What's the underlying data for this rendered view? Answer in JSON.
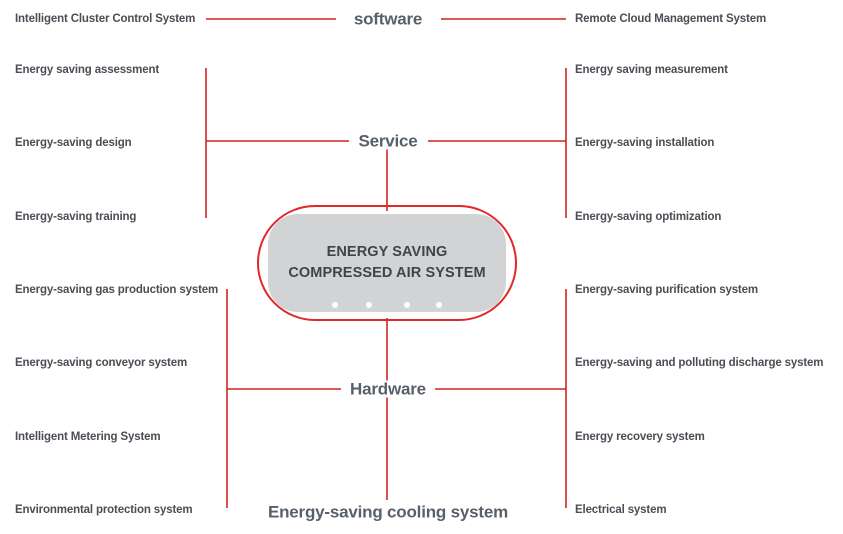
{
  "diagram": {
    "type": "mind-map",
    "accent_color": "#e02828",
    "text_color": "#4a4f55",
    "center_fill": "#d2d3d5",
    "background": "#ffffff"
  },
  "center": {
    "title_line1": "ENERGY SAVING",
    "title_line2": "COMPRESSED AIR SYSTEM",
    "dot_count": 4
  },
  "branches": {
    "software": {
      "label": "software"
    },
    "service": {
      "label": "Service"
    },
    "hardware": {
      "label": "Hardware"
    },
    "cooling": {
      "label": "Energy-saving cooling system"
    }
  },
  "leaves": {
    "left": [
      {
        "label": "Intelligent Cluster Control System"
      },
      {
        "label": "Energy saving assessment"
      },
      {
        "label": "Energy-saving design"
      },
      {
        "label": "Energy-saving training"
      },
      {
        "label": "Energy-saving gas production system"
      },
      {
        "label": "Energy-saving conveyor system"
      },
      {
        "label": "Intelligent Metering System"
      },
      {
        "label": "Environmental protection system"
      }
    ],
    "right": [
      {
        "label": "Remote Cloud Management System"
      },
      {
        "label": "Energy saving measurement"
      },
      {
        "label": "Energy-saving installation"
      },
      {
        "label": "Energy-saving optimization"
      },
      {
        "label": "Energy-saving purification system"
      },
      {
        "label": "Energy-saving and polluting discharge system"
      },
      {
        "label": "Energy recovery system"
      },
      {
        "label": "Electrical system"
      }
    ]
  }
}
